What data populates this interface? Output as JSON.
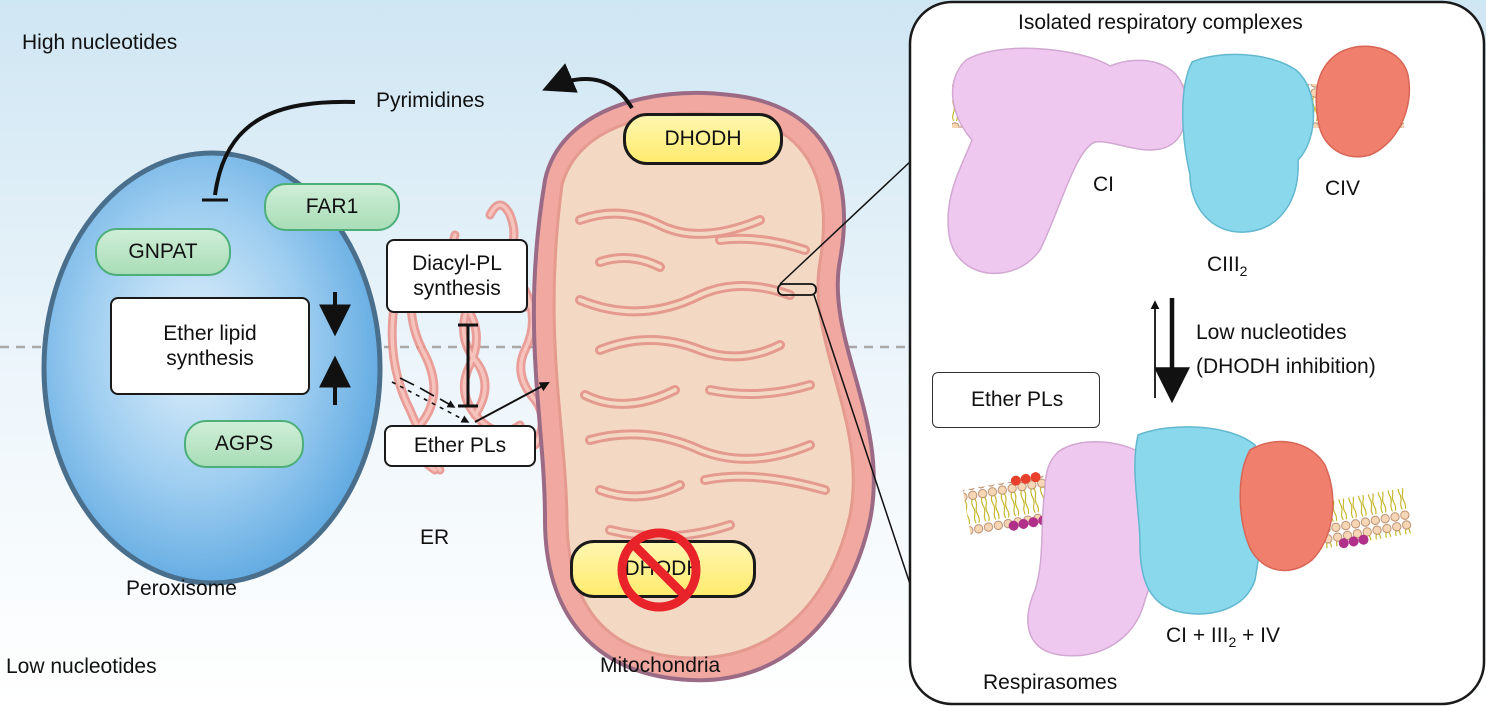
{
  "zones": {
    "high": "High nucleotides",
    "low": "Low nucleotides"
  },
  "pyrimidines": "Pyrimidines",
  "peroxisome": {
    "label": "Peroxisome",
    "enzymes": {
      "far1": "FAR1",
      "gnpat": "GNPAT",
      "agps": "AGPS"
    },
    "ether_lipid_line1": "Ether lipid",
    "ether_lipid_line2": "synthesis"
  },
  "er": {
    "label": "ER",
    "diacyl_line1": "Diacyl-PL",
    "diacyl_line2": "synthesis",
    "ether_pls": "Ether PLs"
  },
  "mitochondria": {
    "label": "Mitochondria",
    "dhodh_top": "DHODH",
    "dhodh_bottom": "DHODH"
  },
  "panel": {
    "title": "Isolated respiratory complexes",
    "ci": "CI",
    "civ": "CIV",
    "ciii_main": "CIII",
    "ciii_sub": "2",
    "low_line1": "Low nucleotides",
    "low_line2": "(DHODH inhibition)",
    "legend": "Ether PLs",
    "super_part1": "CI + III",
    "super_sub": "2",
    "super_part2": " + IV",
    "respirasomes": "Respirasomes"
  },
  "colors": {
    "peroxisome_fill": "#6fb4e8",
    "green_enzyme": "#a9ddb7",
    "dhodh_yellow": "#ffec6e",
    "mito_fill": "#f2d8c3",
    "mito_membrane": "#f0a8a0",
    "ci_pink": "#efc8ef",
    "ciii_cyan": "#8ad8ec",
    "civ_salmon": "#f07f6e",
    "inhibit_red": "#e8232a"
  }
}
